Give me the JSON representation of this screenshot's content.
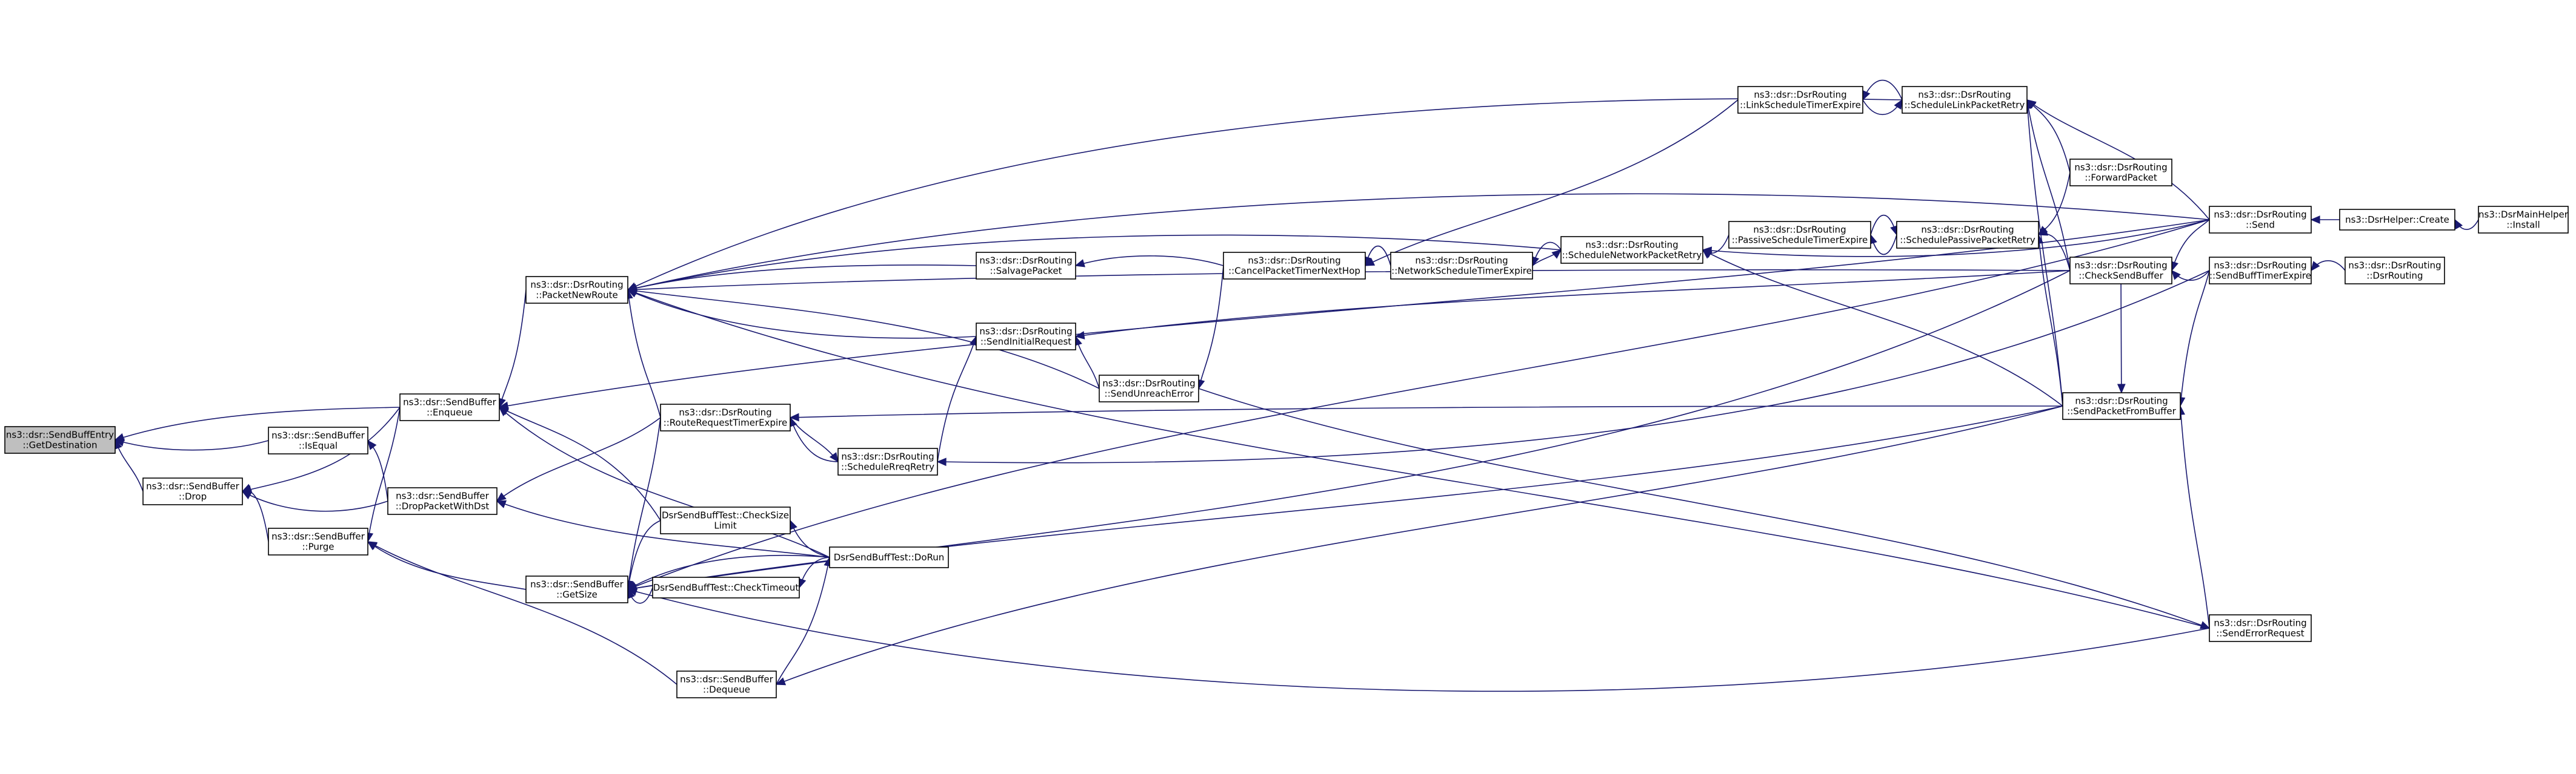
{
  "graph": {
    "nodes": [
      {
        "id": "getdest",
        "lines": [
          "ns3::dsr::SendBuffEntry",
          "::GetDestination"
        ],
        "highlight": true
      },
      {
        "id": "drop",
        "lines": [
          "ns3::dsr::SendBuffer",
          "::Drop"
        ]
      },
      {
        "id": "isequal",
        "lines": [
          "ns3::dsr::SendBuffer",
          "::IsEqual"
        ]
      },
      {
        "id": "enqueue",
        "lines": [
          "ns3::dsr::SendBuffer",
          "::Enqueue"
        ]
      },
      {
        "id": "purge",
        "lines": [
          "ns3::dsr::SendBuffer",
          "::Purge"
        ]
      },
      {
        "id": "droppkt",
        "lines": [
          "ns3::dsr::SendBuffer",
          "::DropPacketWithDst"
        ]
      },
      {
        "id": "packetnewroute",
        "lines": [
          "ns3::dsr::DsrRouting",
          "::PacketNewRoute"
        ]
      },
      {
        "id": "getsize",
        "lines": [
          "ns3::dsr::SendBuffer",
          "::GetSize"
        ]
      },
      {
        "id": "routereqtimer",
        "lines": [
          "ns3::dsr::DsrRouting",
          "::RouteRequestTimerExpire"
        ]
      },
      {
        "id": "checksize",
        "lines": [
          "DsrSendBuffTest::CheckSize",
          "Limit"
        ]
      },
      {
        "id": "checktimeout",
        "lines": [
          "DsrSendBuffTest::CheckTimeout"
        ]
      },
      {
        "id": "dequeue",
        "lines": [
          "ns3::dsr::SendBuffer",
          "::Dequeue"
        ]
      },
      {
        "id": "dorun",
        "lines": [
          "DsrSendBuffTest::DoRun"
        ]
      },
      {
        "id": "schedulereq",
        "lines": [
          "ns3::dsr::DsrRouting",
          "::ScheduleRreqRetry"
        ]
      },
      {
        "id": "salvage",
        "lines": [
          "ns3::dsr::DsrRouting",
          "::SalvagePacket"
        ]
      },
      {
        "id": "sendinit",
        "lines": [
          "ns3::dsr::DsrRouting",
          "::SendInitialRequest"
        ]
      },
      {
        "id": "sendunreach",
        "lines": [
          "ns3::dsr::DsrRouting",
          "::SendUnreachError"
        ]
      },
      {
        "id": "cancelpkt",
        "lines": [
          "ns3::dsr::DsrRouting",
          "::CancelPacketTimerNextHop"
        ]
      },
      {
        "id": "netsched",
        "lines": [
          "ns3::dsr::DsrRouting",
          "::NetworkScheduleTimerExpire"
        ]
      },
      {
        "id": "schednet",
        "lines": [
          "ns3::dsr::DsrRouting",
          "::ScheduleNetworkPacketRetry"
        ]
      },
      {
        "id": "linksched",
        "lines": [
          "ns3::dsr::DsrRouting",
          "::LinkScheduleTimerExpire"
        ]
      },
      {
        "id": "schedlink",
        "lines": [
          "ns3::dsr::DsrRouting",
          "::ScheduleLinkPacketRetry"
        ]
      },
      {
        "id": "passivesched",
        "lines": [
          "ns3::dsr::DsrRouting",
          "::PassiveScheduleTimerExpire"
        ]
      },
      {
        "id": "schedpassive",
        "lines": [
          "ns3::dsr::DsrRouting",
          "::SchedulePassivePacketRetry"
        ]
      },
      {
        "id": "forward",
        "lines": [
          "ns3::dsr::DsrRouting",
          "::ForwardPacket"
        ]
      },
      {
        "id": "checksend",
        "lines": [
          "ns3::dsr::DsrRouting",
          "::CheckSendBuffer"
        ]
      },
      {
        "id": "sendpktbuf",
        "lines": [
          "ns3::dsr::DsrRouting",
          "::SendPacketFromBuffer"
        ]
      },
      {
        "id": "send",
        "lines": [
          "ns3::dsr::DsrRouting",
          "::Send"
        ]
      },
      {
        "id": "sendbufftimer",
        "lines": [
          "ns3::dsr::DsrRouting",
          "::SendBuffTimerExpire"
        ]
      },
      {
        "id": "senderror",
        "lines": [
          "ns3::dsr::DsrRouting",
          "::SendErrorRequest"
        ]
      },
      {
        "id": "helpercreate",
        "lines": [
          "ns3::DsrHelper::Create"
        ]
      },
      {
        "id": "mainhelper",
        "lines": [
          "ns3::DsrMainHelper",
          "::Install"
        ]
      },
      {
        "id": "dsrrouting",
        "lines": [
          "ns3::dsr::DsrRouting",
          "::DsrRouting"
        ]
      }
    ],
    "edges": [
      {
        "from": "drop",
        "to": "getdest"
      },
      {
        "from": "isequal",
        "to": "getdest"
      },
      {
        "from": "enqueue",
        "to": "getdest"
      },
      {
        "from": "enqueue",
        "to": "drop"
      },
      {
        "from": "purge",
        "to": "drop"
      },
      {
        "from": "droppkt",
        "to": "drop"
      },
      {
        "from": "droppkt",
        "to": "isequal"
      },
      {
        "from": "enqueue",
        "to": "purge"
      },
      {
        "from": "getsize",
        "to": "purge"
      },
      {
        "from": "dequeue",
        "to": "purge"
      },
      {
        "from": "packetnewroute",
        "to": "enqueue"
      },
      {
        "from": "checksize",
        "to": "enqueue"
      },
      {
        "from": "dorun",
        "to": "enqueue"
      },
      {
        "from": "send",
        "to": "enqueue"
      },
      {
        "from": "routereqtimer",
        "to": "droppkt"
      },
      {
        "from": "dorun",
        "to": "droppkt"
      },
      {
        "from": "salvage",
        "to": "packetnewroute"
      },
      {
        "from": "sendinit",
        "to": "packetnewroute"
      },
      {
        "from": "sendunreach",
        "to": "packetnewroute"
      },
      {
        "from": "routereqtimer",
        "to": "packetnewroute"
      },
      {
        "from": "schedlink",
        "to": "packetnewroute"
      },
      {
        "from": "schednet",
        "to": "packetnewroute"
      },
      {
        "from": "checksend",
        "to": "packetnewroute"
      },
      {
        "from": "send",
        "to": "packetnewroute"
      },
      {
        "from": "senderror",
        "to": "packetnewroute"
      },
      {
        "from": "checksize",
        "to": "getsize"
      },
      {
        "from": "checktimeout",
        "to": "getsize"
      },
      {
        "from": "dorun",
        "to": "getsize"
      },
      {
        "from": "routereqtimer",
        "to": "getsize"
      },
      {
        "from": "checksend",
        "to": "getsize"
      },
      {
        "from": "sendpktbuf",
        "to": "getsize"
      },
      {
        "from": "senderror",
        "to": "getsize"
      },
      {
        "from": "send",
        "to": "getsize"
      },
      {
        "from": "schedulereq",
        "to": "routereqtimer"
      },
      {
        "from": "sendpktbuf",
        "to": "routereqtimer"
      },
      {
        "from": "routereqtimer",
        "to": "schedulereq"
      },
      {
        "from": "dorun",
        "to": "checksize"
      },
      {
        "from": "dorun",
        "to": "checktimeout"
      },
      {
        "from": "dequeue",
        "to": "dorun"
      },
      {
        "from": "sendpktbuf",
        "to": "dequeue"
      },
      {
        "from": "sendbufftimer",
        "to": "schedulereq"
      },
      {
        "from": "schedulereq",
        "to": "sendinit"
      },
      {
        "from": "sendunreach",
        "to": "sendinit"
      },
      {
        "from": "checksend",
        "to": "sendinit"
      },
      {
        "from": "cancelpkt",
        "to": "salvage"
      },
      {
        "from": "cancelpkt",
        "to": "sendunreach"
      },
      {
        "from": "netsched",
        "to": "cancelpkt"
      },
      {
        "from": "linksched",
        "to": "cancelpkt"
      },
      {
        "from": "schednet",
        "to": "netsched"
      },
      {
        "from": "netsched",
        "to": "schednet"
      },
      {
        "from": "passivesched",
        "to": "schednet"
      },
      {
        "from": "sendpktbuf",
        "to": "schednet"
      },
      {
        "from": "send",
        "to": "schednet"
      },
      {
        "from": "schedlink",
        "to": "linksched"
      },
      {
        "from": "linksched",
        "to": "schedlink"
      },
      {
        "from": "forward",
        "to": "schedlink"
      },
      {
        "from": "checksend",
        "to": "schedlink"
      },
      {
        "from": "sendpktbuf",
        "to": "schedlink"
      },
      {
        "from": "send",
        "to": "schedlink"
      },
      {
        "from": "schedpassive",
        "to": "passivesched"
      },
      {
        "from": "passivesched",
        "to": "schedpassive"
      },
      {
        "from": "forward",
        "to": "schedpassive"
      },
      {
        "from": "checksend",
        "to": "schedpassive"
      },
      {
        "from": "sendpktbuf",
        "to": "schedpassive"
      },
      {
        "from": "sendbufftimer",
        "to": "checksend"
      },
      {
        "from": "send",
        "to": "checksend"
      },
      {
        "from": "checksend",
        "to": "sendpktbuf"
      },
      {
        "from": "sendbufftimer",
        "to": "sendpktbuf"
      },
      {
        "from": "senderror",
        "to": "sendpktbuf"
      },
      {
        "from": "sendunreach",
        "to": "senderror"
      },
      {
        "from": "helpercreate",
        "to": "send"
      },
      {
        "from": "mainhelper",
        "to": "helpercreate"
      },
      {
        "from": "dsrrouting",
        "to": "sendbufftimer"
      }
    ]
  }
}
